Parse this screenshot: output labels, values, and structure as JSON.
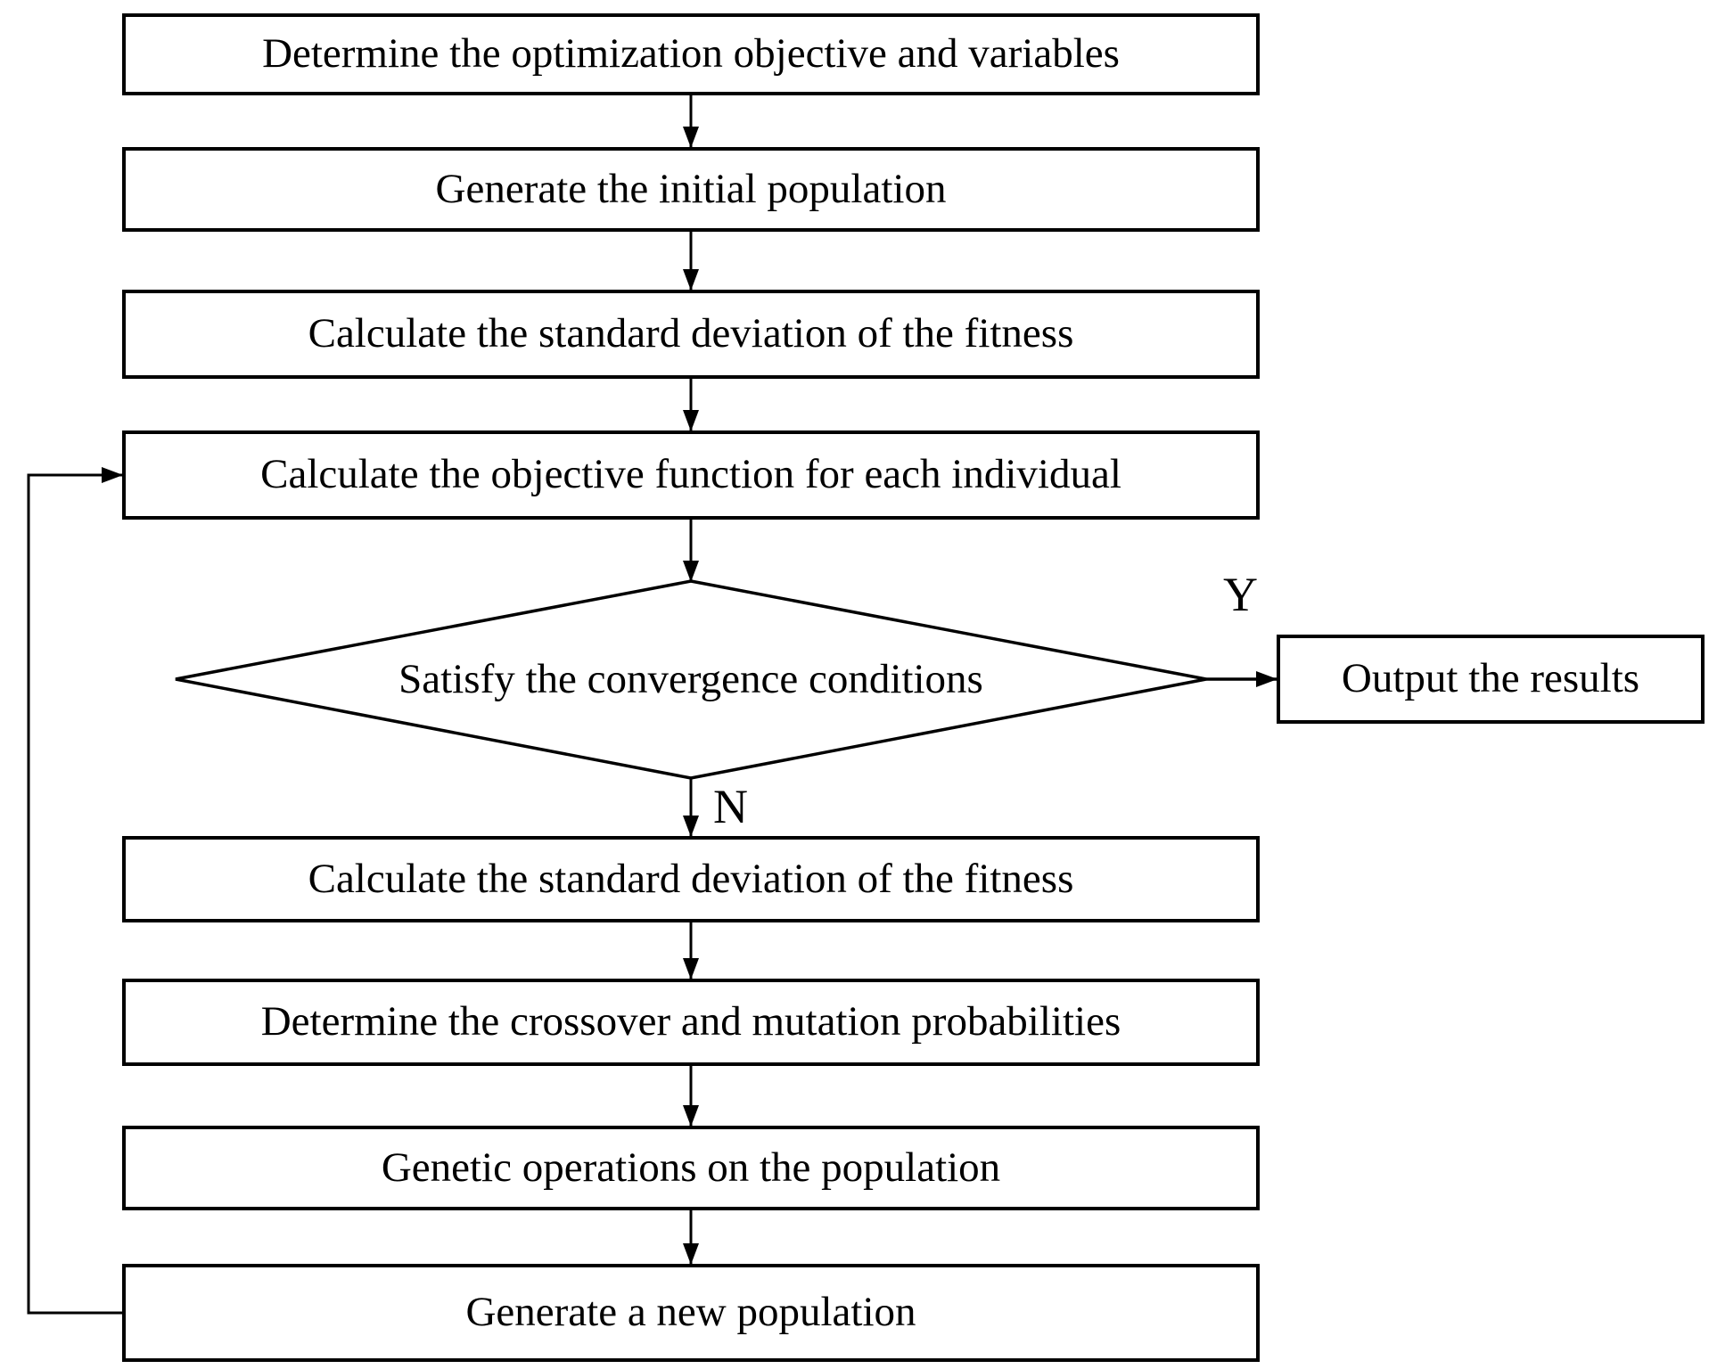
{
  "diagram": {
    "type": "flowchart",
    "colors": {
      "line": "#000000",
      "background": "#ffffff",
      "node_fill": "#ffffff",
      "text": "#000000"
    },
    "nodes": [
      {
        "id": "determine-objective",
        "shape": "rect",
        "label": "Determine the optimization objective and variables"
      },
      {
        "id": "generate-initial-population",
        "shape": "rect",
        "label": "Generate the initial population"
      },
      {
        "id": "calc-std-dev-fitness-1",
        "shape": "rect",
        "label": "Calculate the standard deviation of the fitness"
      },
      {
        "id": "calc-objective-function",
        "shape": "rect",
        "label": "Calculate the objective function for each individual"
      },
      {
        "id": "convergence-decision",
        "shape": "diamond",
        "label": "Satisfy the convergence conditions"
      },
      {
        "id": "output-results",
        "shape": "rect",
        "label": "Output the results"
      },
      {
        "id": "calc-std-dev-fitness-2",
        "shape": "rect",
        "label": "Calculate the standard deviation of the fitness"
      },
      {
        "id": "determine-crossover-mutation-probabilities",
        "shape": "rect",
        "label": "Determine the crossover and mutation probabilities"
      },
      {
        "id": "genetic-operations",
        "shape": "rect",
        "label": "Genetic operations on the population"
      },
      {
        "id": "generate-new-population",
        "shape": "rect",
        "label": "Generate a new population"
      }
    ],
    "edges": [
      {
        "from": "determine-objective",
        "to": "generate-initial-population",
        "label": ""
      },
      {
        "from": "generate-initial-population",
        "to": "calc-std-dev-fitness-1",
        "label": ""
      },
      {
        "from": "calc-std-dev-fitness-1",
        "to": "calc-objective-function",
        "label": ""
      },
      {
        "from": "calc-objective-function",
        "to": "convergence-decision",
        "label": ""
      },
      {
        "from": "convergence-decision",
        "to": "output-results",
        "label": "Y"
      },
      {
        "from": "convergence-decision",
        "to": "calc-std-dev-fitness-2",
        "label": "N"
      },
      {
        "from": "calc-std-dev-fitness-2",
        "to": "determine-crossover-mutation-probabilities",
        "label": ""
      },
      {
        "from": "determine-crossover-mutation-probabilities",
        "to": "genetic-operations",
        "label": ""
      },
      {
        "from": "genetic-operations",
        "to": "generate-new-population",
        "label": ""
      },
      {
        "from": "generate-new-population",
        "to": "calc-objective-function",
        "label": ""
      }
    ]
  }
}
